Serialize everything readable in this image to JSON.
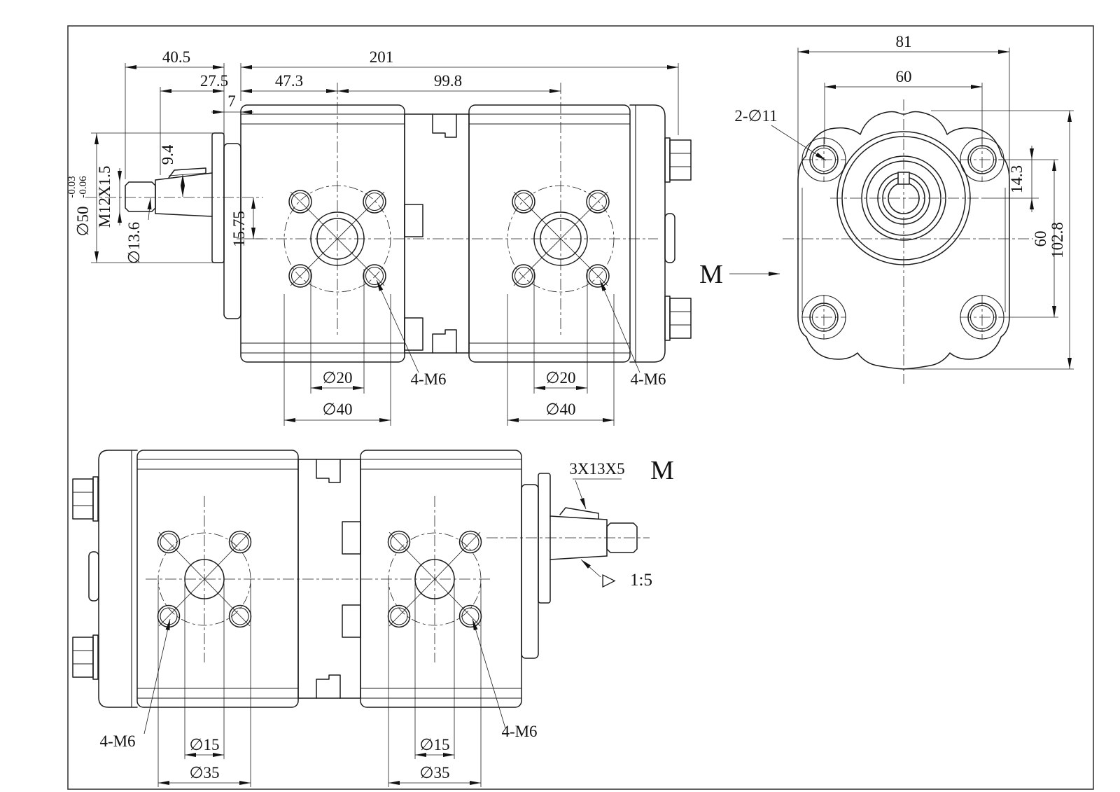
{
  "drawing": {
    "type": "engineering-drawing",
    "subject": "Tandem hydraulic gear pump",
    "side_view": {
      "dims": {
        "shaft_length": "40.5",
        "body_length": "201",
        "taper_length": "27.5",
        "flange_thickness": "7",
        "stage1_center": "47.3",
        "stage2_center": "99.8",
        "pilot_dia": "∅50",
        "pilot_tol_upper": "-0.03",
        "pilot_tol_lower": "-0.06",
        "thread": "M12X1.5",
        "taper_dia": "∅13.6",
        "key_height": "9.4",
        "axis_offset": "15.75",
        "port_circle_inner": "∅20",
        "port_circle_outer": "∅40",
        "port_bolts": "4-M6"
      }
    },
    "front_view": {
      "label": "M",
      "dims": {
        "width": "81",
        "hole_spacing_h": "60",
        "mount_holes": "2-∅11",
        "hole_offset": "14.3",
        "hole_spacing_v": "60",
        "height": "102.8"
      }
    },
    "bottom_view": {
      "label": "M",
      "key_spec": "3X13X5",
      "taper_ratio": "1:5",
      "taper_symbol": "▷",
      "dims": {
        "port_circle_inner": "∅15",
        "port_circle_outer": "∅35",
        "port_bolts": "4-M6"
      }
    }
  }
}
